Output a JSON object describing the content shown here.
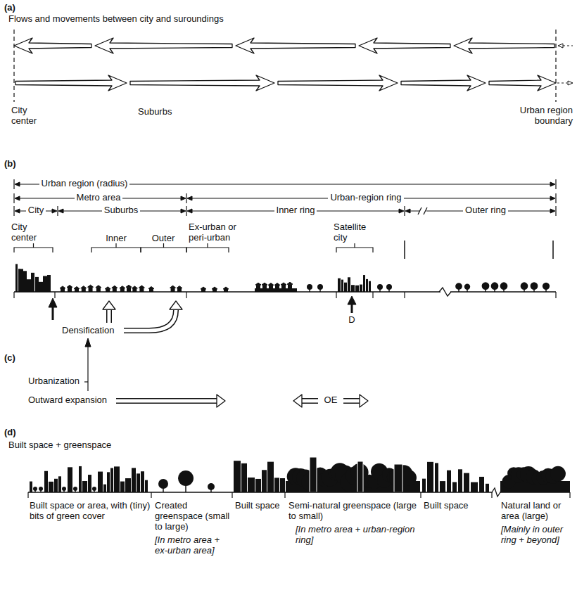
{
  "diagram": {
    "labels": [
      "(a)",
      "Flows and movements between city and suroundings",
      "City center",
      "Suburbs",
      "Urban region boundary",
      "(b)",
      "Urban region (radius)",
      "Metro area",
      "Urban-region ring",
      "City",
      "Suburbs",
      "Inner ring",
      "Outer ring",
      "City center",
      "Inner",
      "Outer",
      "Ex-urban or peri-urban",
      "Satellite city",
      "Densification",
      "D",
      "(c)",
      "Urbanization",
      "Outward expansion",
      "OE",
      "(d)",
      "Built space + greenspace",
      "Built space or area, with (tiny) bits of green cover",
      "Created greenspace (small to large)",
      "[In metro area + ex-urban area]",
      "Built space",
      "Semi-natural greenspace (large to small)",
      "[In metro area + urban-region ring]",
      "Built space",
      "Natural land or area (large)",
      "[Mainly in outer ring + beyond]"
    ]
  }
}
